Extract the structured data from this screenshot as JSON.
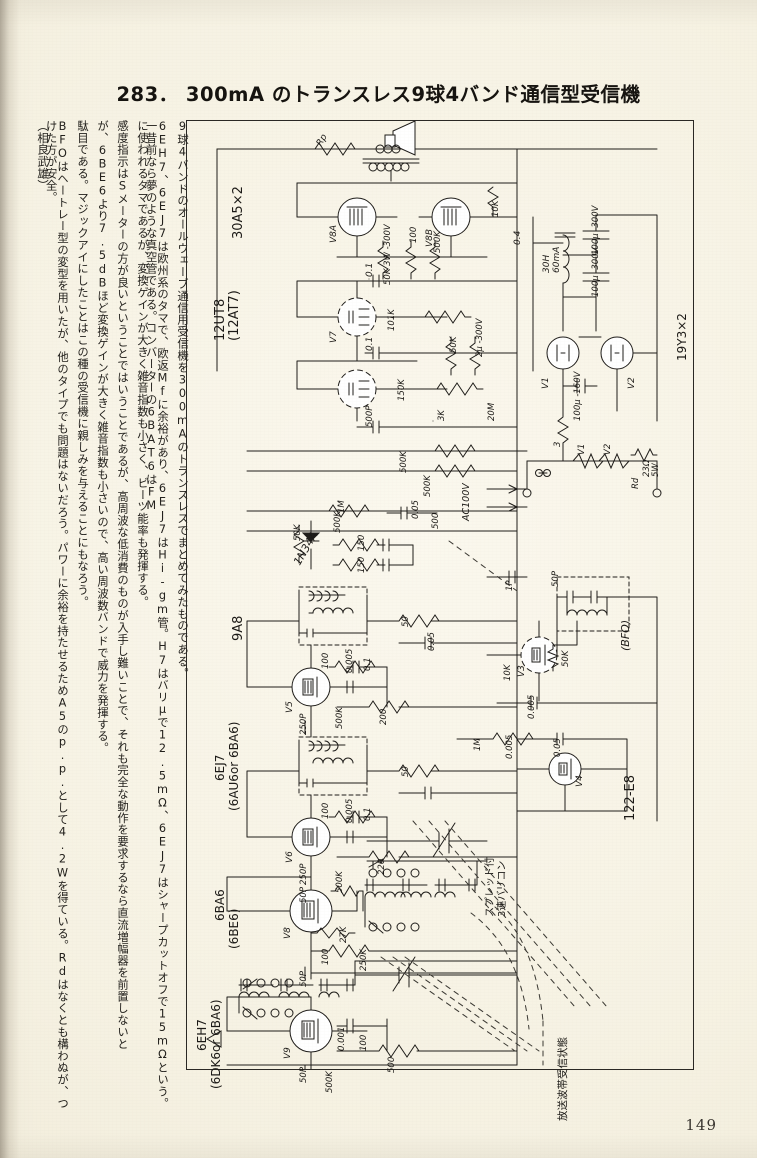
{
  "page": {
    "number": "149",
    "title": "283． 300mA のトランスレス9球4バンド通信型受信機",
    "author": "（相良武雄）"
  },
  "body_text": {
    "columns": [
      "9球4バンドのオールウェーブ通信用受信機を300mAのトランスレスでまとめてみたものである。",
      "6EH7、6EJ7は欧州系のタマで、欧返Mfに余裕があり、6EJ7はHi-gm管。H7はバリμで12.5mΩ、6EJ7はシャープカットオフで15mΩという。一昔前なら夢のような真空管である。コンバーターの6BAT6はFM",
      "に使われるタマであるが、変換ゲインが大きく雑音指数も小さく、ビーツ能率も発揮する。",
      "感度指示はSメーターの方が良いということではいうことであるが、高周波な低消費のものが入手し難いことで、それも完全な動作を要求するなら直流増幅器を前置しないと",
      "が、6BE6より7.5dBほど変換ゲインが大きく雑音指数も小さいので、高い周波数バンドで威力を発揮する。",
      "駄目である。マジックアイにしたことはこの種の受信機に親しみを与えることにもなろう。",
      "BFOはヘートレー型の変型を用いたが、他のタイプでも問題はないだろう。パワーに余裕を持たせるためA5のp.p.として4.2Wを得ている。Rdはなくとも構わぬが、つけた方が安全。",
      "（相良武雄）"
    ]
  },
  "schematic": {
    "tubes": [
      {
        "id": "tube-30a5",
        "label": "30A5×2"
      },
      {
        "id": "tube-12ut8",
        "label": "12UT8"
      },
      {
        "id": "tube-12at7",
        "label": "(12AT7)"
      },
      {
        "id": "tube-9a8",
        "label": "9A8"
      },
      {
        "id": "tube-6ej7",
        "label": "6EJ7"
      },
      {
        "id": "tube-6ej7-alt",
        "label": "(6AU6or 6BA6)"
      },
      {
        "id": "tube-6ba6",
        "label": "6BA6"
      },
      {
        "id": "tube-6be6-alt",
        "label": "(6BE6)"
      },
      {
        "id": "tube-6eh7",
        "label": "6EH7"
      },
      {
        "id": "tube-6eh7-alt",
        "label": "(6DK6or 6BA6)"
      },
      {
        "id": "tube-19y3",
        "label": "19Y3×2"
      },
      {
        "id": "diode-1n34a",
        "label": "1N34A"
      },
      {
        "id": "if-122e8",
        "label": "122-E8"
      }
    ],
    "notes": [
      {
        "id": "note-vc",
        "label": "スプレッド付\n3連バリコン"
      },
      {
        "id": "note-bcstate",
        "label": "放送波帯受信状態"
      },
      {
        "id": "note-bfo",
        "label": "(BFO)"
      },
      {
        "id": "note-ac",
        "label": "AC100V"
      }
    ],
    "tube_refs": [
      "V8A",
      "V7",
      "V8B",
      "V5",
      "V6",
      "V8",
      "V9",
      "V1",
      "V2",
      "V4",
      "V3"
    ],
    "components": [
      {
        "id": "r-rp",
        "label": "Rp"
      },
      {
        "id": "c-01a",
        "label": "0.1"
      },
      {
        "id": "r-50k-300v",
        "label": "50K 3W -300V"
      },
      {
        "id": "r-100",
        "label": "100"
      },
      {
        "id": "r-500k-a",
        "label": "500K"
      },
      {
        "id": "r-10k-a",
        "label": "10K"
      },
      {
        "id": "r-101k",
        "label": "101K"
      },
      {
        "id": "c-01b",
        "label": "0.1"
      },
      {
        "id": "c-04",
        "label": "0.4"
      },
      {
        "id": "r-50k-b",
        "label": "50K"
      },
      {
        "id": "c-2u-300v",
        "label": "2μ -300V"
      },
      {
        "id": "r-20m",
        "label": "20M"
      },
      {
        "id": "r-150k",
        "label": "150K"
      },
      {
        "id": "r-3k",
        "label": "3K"
      },
      {
        "id": "r-500k-b",
        "label": "500K"
      },
      {
        "id": "r-500k-c",
        "label": "500K"
      },
      {
        "id": "c-500p",
        "label": "500P"
      },
      {
        "id": "r-500k-d",
        "label": "500K"
      },
      {
        "id": "r-1m-a",
        "label": "1M"
      },
      {
        "id": "c-005-a",
        "label": "0.05"
      },
      {
        "id": "r-50k-c",
        "label": "50K"
      },
      {
        "id": "c-150-a",
        "label": "150"
      },
      {
        "id": "c-150-b",
        "label": "150"
      },
      {
        "id": "r-50-a",
        "label": "50"
      },
      {
        "id": "r-100-b",
        "label": "100"
      },
      {
        "id": "c-005-b",
        "label": "0.05"
      },
      {
        "id": "c-01c",
        "label": "0.1"
      },
      {
        "id": "c-005-c",
        "label": "0.005"
      },
      {
        "id": "r-200",
        "label": "200"
      },
      {
        "id": "c-250p-a",
        "label": "250P"
      },
      {
        "id": "r-500k-e",
        "label": "500K"
      },
      {
        "id": "r-50-b",
        "label": "50"
      },
      {
        "id": "c-100",
        "label": "100"
      },
      {
        "id": "c-005-d",
        "label": "0.005"
      },
      {
        "id": "c-01d",
        "label": "0.1"
      },
      {
        "id": "r-220",
        "label": "220"
      },
      {
        "id": "c-250p-b",
        "label": "250P"
      },
      {
        "id": "r-500k-f",
        "label": "500K"
      },
      {
        "id": "c-50p-a",
        "label": "50P"
      },
      {
        "id": "r-27k",
        "label": "27K"
      },
      {
        "id": "r-100-c",
        "label": "100"
      },
      {
        "id": "r-250k",
        "label": "250K"
      },
      {
        "id": "c-50p-b",
        "label": "50P"
      },
      {
        "id": "r-500-a",
        "label": "500"
      },
      {
        "id": "c-0001",
        "label": "0.001"
      },
      {
        "id": "r-100-d",
        "label": "100"
      },
      {
        "id": "c-50p-c",
        "label": "50P"
      },
      {
        "id": "r-500k-g",
        "label": "500K"
      },
      {
        "id": "r-10k-b",
        "label": "10K"
      },
      {
        "id": "c-1p",
        "label": "1P"
      },
      {
        "id": "c-50p-d",
        "label": "50P"
      },
      {
        "id": "r-50k-d",
        "label": "50K"
      },
      {
        "id": "c-005-e",
        "label": "0.005"
      },
      {
        "id": "c-005-f",
        "label": "0.005"
      },
      {
        "id": "r-1m-b",
        "label": "1M"
      },
      {
        "id": "r-500-b",
        "label": "500"
      },
      {
        "id": "c-005-g",
        "label": "0.05"
      },
      {
        "id": "ch-30h",
        "label": "30H\n60mA"
      },
      {
        "id": "c-100u-300v-a",
        "label": "100μ -300V"
      },
      {
        "id": "c-100u-300v-b",
        "label": "100μ -300V"
      },
      {
        "id": "c-100u-160v",
        "label": "100μ -160V"
      },
      {
        "id": "r-3ohm",
        "label": "3"
      },
      {
        "id": "r-rd",
        "label": "Rd"
      },
      {
        "id": "r-rd-val",
        "label": "23Ω\n5W"
      },
      {
        "id": "f-v1",
        "label": "V1"
      },
      {
        "id": "f-v2",
        "label": "V2"
      }
    ]
  }
}
